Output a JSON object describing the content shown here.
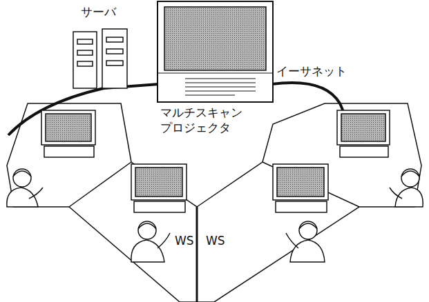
{
  "diagram": {
    "labels": [
      "サーバ",
      "マルチスキャン プロジェクタ",
      "イーサネット",
      "WS",
      "WS"
    ]
  }
}
